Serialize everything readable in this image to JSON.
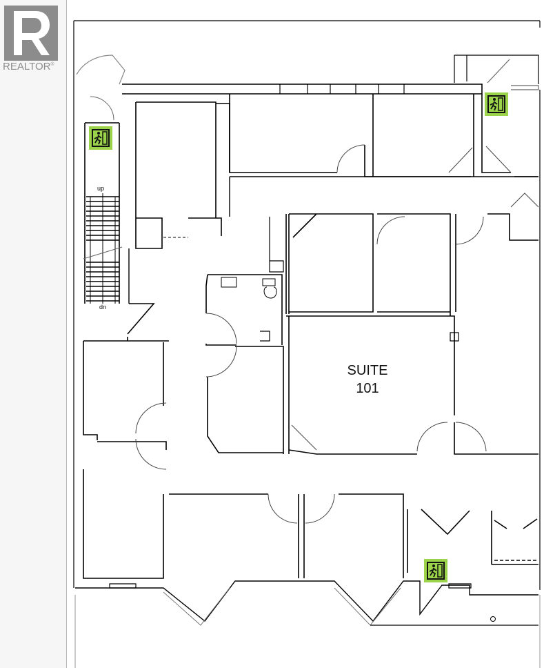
{
  "branding": {
    "logo_letter": "R",
    "wordmark": "REALTOR",
    "registered_mark": "®"
  },
  "floor_plan": {
    "suite_name": "SUITE",
    "suite_number": "101",
    "stair_up_label": "up",
    "stair_down_label": "dn"
  },
  "exit_signs": [
    {
      "icon": "emergency-exit-icon",
      "color": "#9bd34a"
    },
    {
      "icon": "emergency-exit-icon",
      "color": "#9bd34a"
    },
    {
      "icon": "emergency-exit-icon",
      "color": "#9bd34a"
    }
  ]
}
